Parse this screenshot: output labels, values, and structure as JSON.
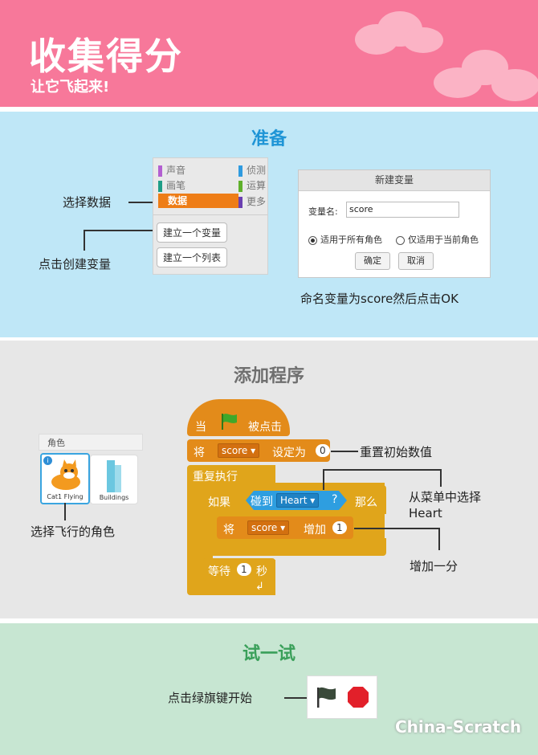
{
  "header": {
    "title": "收集得分",
    "subtitle": "让它飞起来!"
  },
  "prep": {
    "title": "准备",
    "label_select_data": "选择数据",
    "label_create_var": "点击创建变量",
    "caption_name_var": "命名变量为score然后点击OK",
    "palette": {
      "categories": [
        {
          "label": "声音",
          "color": "#b35fd1"
        },
        {
          "label": "画笔",
          "color": "#1f9e87"
        },
        {
          "label": "侦测",
          "color": "#2f9be0"
        },
        {
          "label": "运算",
          "color": "#5fb02b"
        },
        {
          "label": "更多",
          "color": "#6a3fb0"
        }
      ],
      "selected": "数据",
      "selected_color": "#ee7d16",
      "make_variable": "建立一个变量",
      "make_list": "建立一个列表"
    },
    "dialog": {
      "title": "新建变量",
      "name_label": "变量名:",
      "name_value": "score",
      "opt_all": "适用于所有角色",
      "opt_this": "仅适用于当前角色",
      "ok": "确定",
      "cancel": "取消"
    }
  },
  "add": {
    "title": "添加程序",
    "sprites_header": "角色",
    "sprites": [
      {
        "name": "Cat1 Flying"
      },
      {
        "name": "Buildings"
      }
    ],
    "label_choose_sprite": "选择飞行的角色",
    "label_reset": "重置初始数值",
    "label_pick_heart": [
      "从菜单中选择",
      "Heart"
    ],
    "label_add_one": "增加一分",
    "blocks": {
      "when": "当",
      "clicked": "被点击",
      "set": "将",
      "var": "score",
      "set_to": "设定为",
      "set_value": "0",
      "forever": "重复执行",
      "if": "如果",
      "touching": "碰到",
      "touch_target": "Heart",
      "question": "?",
      "then": "那么",
      "change": "将",
      "change_by": "增加",
      "change_value": "1",
      "wait": "等待",
      "wait_value": "1",
      "seconds": "秒"
    }
  },
  "try": {
    "title": "试一试",
    "label_click_flag": "点击绿旗键开始"
  },
  "watermark": "China-Scratch",
  "colors": {
    "header": "#f7789a",
    "prep_bg": "#bfe7f7",
    "add_bg": "#e7e7e7",
    "try_bg": "#c7e6d2",
    "events": "#e38b1a",
    "control": "#e0a51b",
    "sensing": "#2e9ee0"
  }
}
